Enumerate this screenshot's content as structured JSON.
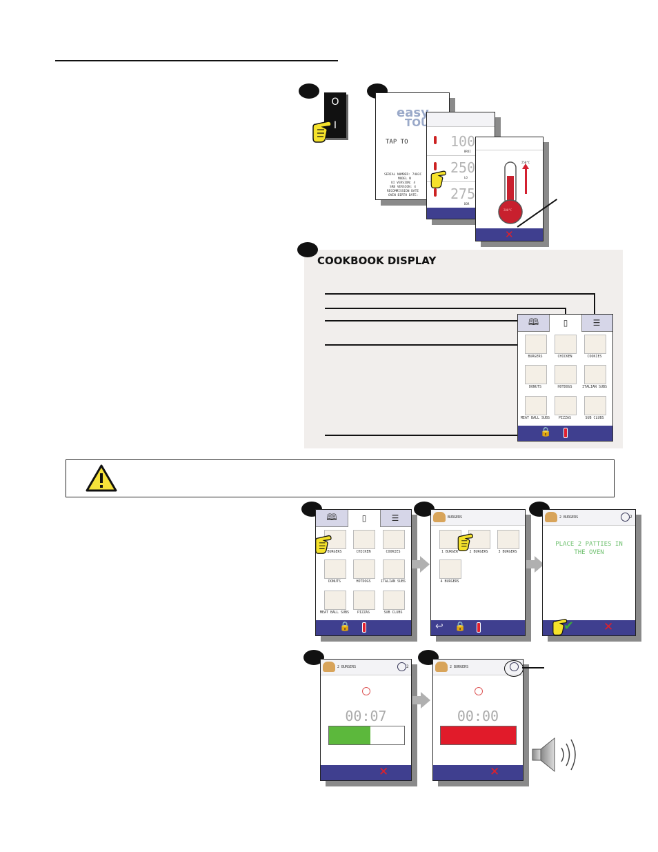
{
  "cookbook": {
    "title": "COOKBOOK DISPLAY",
    "categories": [
      {
        "label": "BURGERS"
      },
      {
        "label": "CHICKEN"
      },
      {
        "label": "COOKIES"
      },
      {
        "label": "DONUTS"
      },
      {
        "label": "HOTDOGS"
      },
      {
        "label": "ITALIAN SUBS"
      },
      {
        "label": "MEAT BALL SUBS"
      },
      {
        "label": "PIZZAS"
      },
      {
        "label": "SUB CLUBS"
      }
    ]
  },
  "startup": {
    "switch_on": "O",
    "switch_off": "I",
    "splash_line1": "easy",
    "splash_line2": "TOU",
    "splash_prompt": "TAP TO",
    "splash_info": [
      "SERIAL NUMBER: 7403C",
      "MODEL N",
      "UI VERSION: 4",
      "SRB VERSION: 4",
      "RECOMMISSION DATE",
      "OVEN BIRTH DATE:"
    ],
    "temps": [
      {
        "value": "100",
        "caption": "BROI"
      },
      {
        "value": "250",
        "caption": "LO"
      },
      {
        "value": "275",
        "caption": "DOR"
      }
    ],
    "thermo_target": "250°C",
    "thermo_current": "200°C"
  },
  "recipe": {
    "header": "BURGERS",
    "options": [
      {
        "label": "1 BURGER"
      },
      {
        "label": "2 BURGERS"
      },
      {
        "label": "3 BURGERS"
      },
      {
        "label": "4 BURGERS"
      }
    ],
    "selected_header": "2 BURGERS",
    "instruction": "PLACE 2 PATTIES IN THE OVEN",
    "stage_count": "2",
    "timer_running": "00:07",
    "timer_done": "00:00",
    "progress_running": 0.55,
    "progress_done": 1.0
  },
  "colors": {
    "bar": "#3f3f8f",
    "progress_running": "#5cb83c",
    "progress_done": "#e11b2a",
    "cancel": "#e0202a",
    "confirm": "#3caa3c",
    "hand": "#f5e22b"
  }
}
